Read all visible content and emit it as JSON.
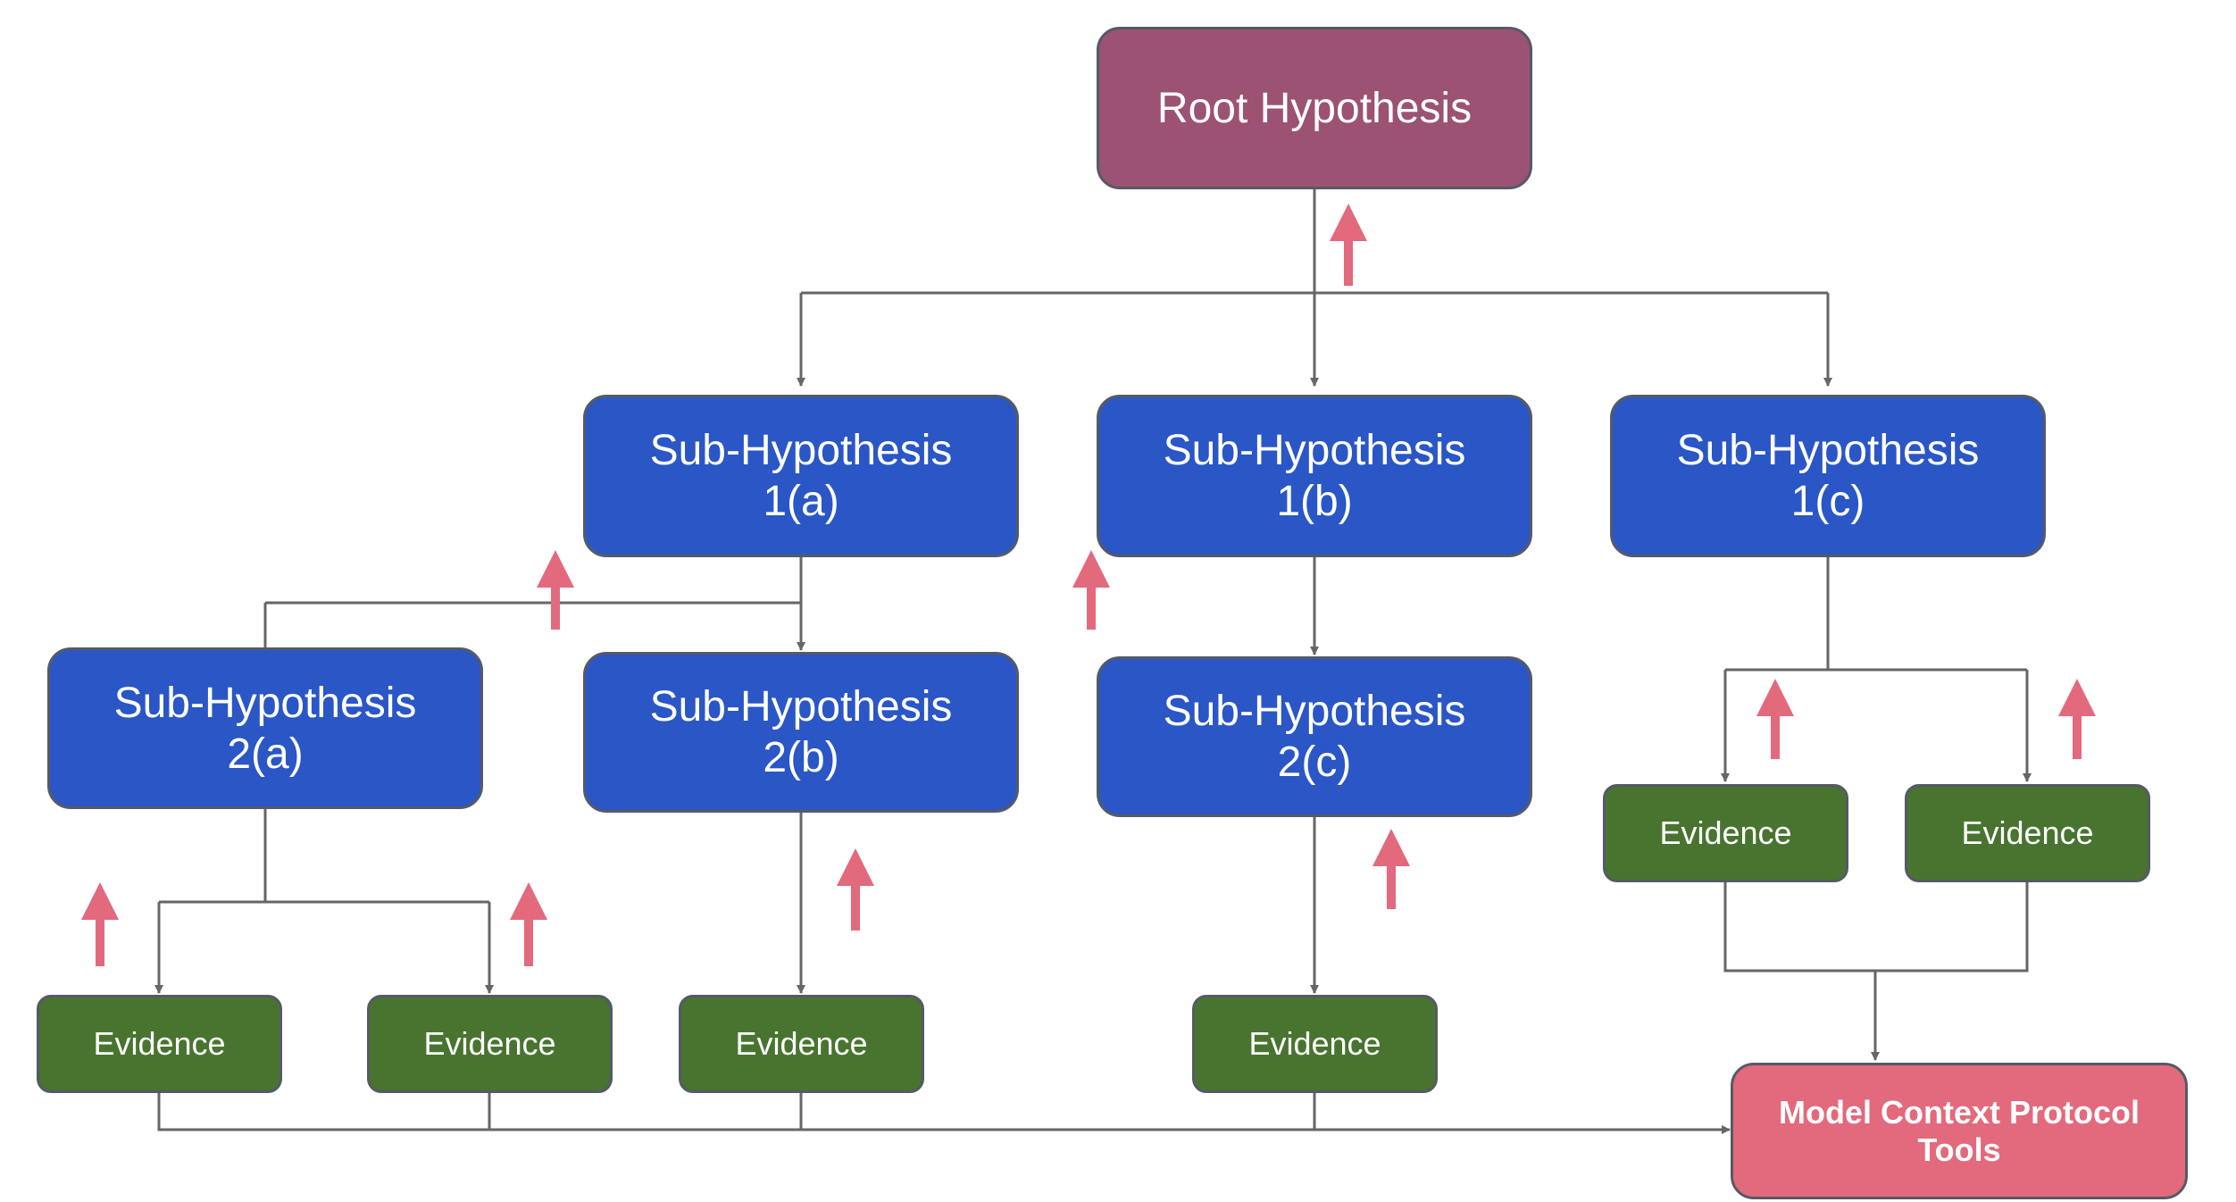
{
  "colors": {
    "root": "#9b5273",
    "hypothesis": "#2a56c6",
    "evidence": "#48742f",
    "mcp": "#e3697c",
    "connector": "#666666",
    "upward_arrow": "#e3697c"
  },
  "nodes": {
    "root": "Root Hypothesis",
    "sub_1a": "Sub-Hypothesis\n1(a)",
    "sub_1b": "Sub-Hypothesis\n1(b)",
    "sub_1c": "Sub-Hypothesis\n1(c)",
    "sub_2a": "Sub-Hypothesis\n2(a)",
    "sub_2b": "Sub-Hypothesis\n2(b)",
    "sub_2c": "Sub-Hypothesis\n2(c)",
    "evidence_2a_left": "Evidence",
    "evidence_2a_right": "Evidence",
    "evidence_2b": "Evidence",
    "evidence_2c": "Evidence",
    "evidence_1c_left": "Evidence",
    "evidence_1c_right": "Evidence",
    "mcp_tools": "Model Context Protocol\nTools"
  }
}
